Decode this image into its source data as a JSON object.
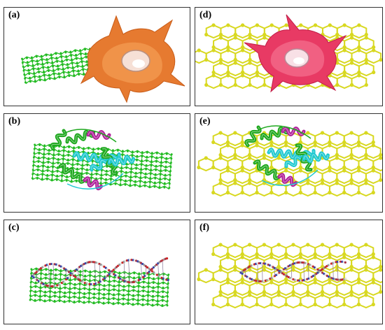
{
  "panels": [
    {
      "label": "(a)",
      "material": "carbon-nanotube",
      "subject": "cell"
    },
    {
      "label": "(b)",
      "material": "carbon-nanotube",
      "subject": "protein"
    },
    {
      "label": "(c)",
      "material": "carbon-nanotube",
      "subject": "dna"
    },
    {
      "label": "(d)",
      "material": "graphene",
      "subject": "cell"
    },
    {
      "label": "(e)",
      "material": "graphene",
      "subject": "protein"
    },
    {
      "label": "(f)",
      "material": "graphene",
      "subject": "dna"
    }
  ],
  "colors": {
    "nanotube": "#22bb22",
    "graphene": "#d8d820",
    "cell_a_body": "#e67a30",
    "cell_d_body": "#e83a64",
    "helix_green": "#1fa81f",
    "helix_cyan": "#1ec8d0",
    "helix_magenta": "#b0209a",
    "dna": "#8a6a9a"
  }
}
